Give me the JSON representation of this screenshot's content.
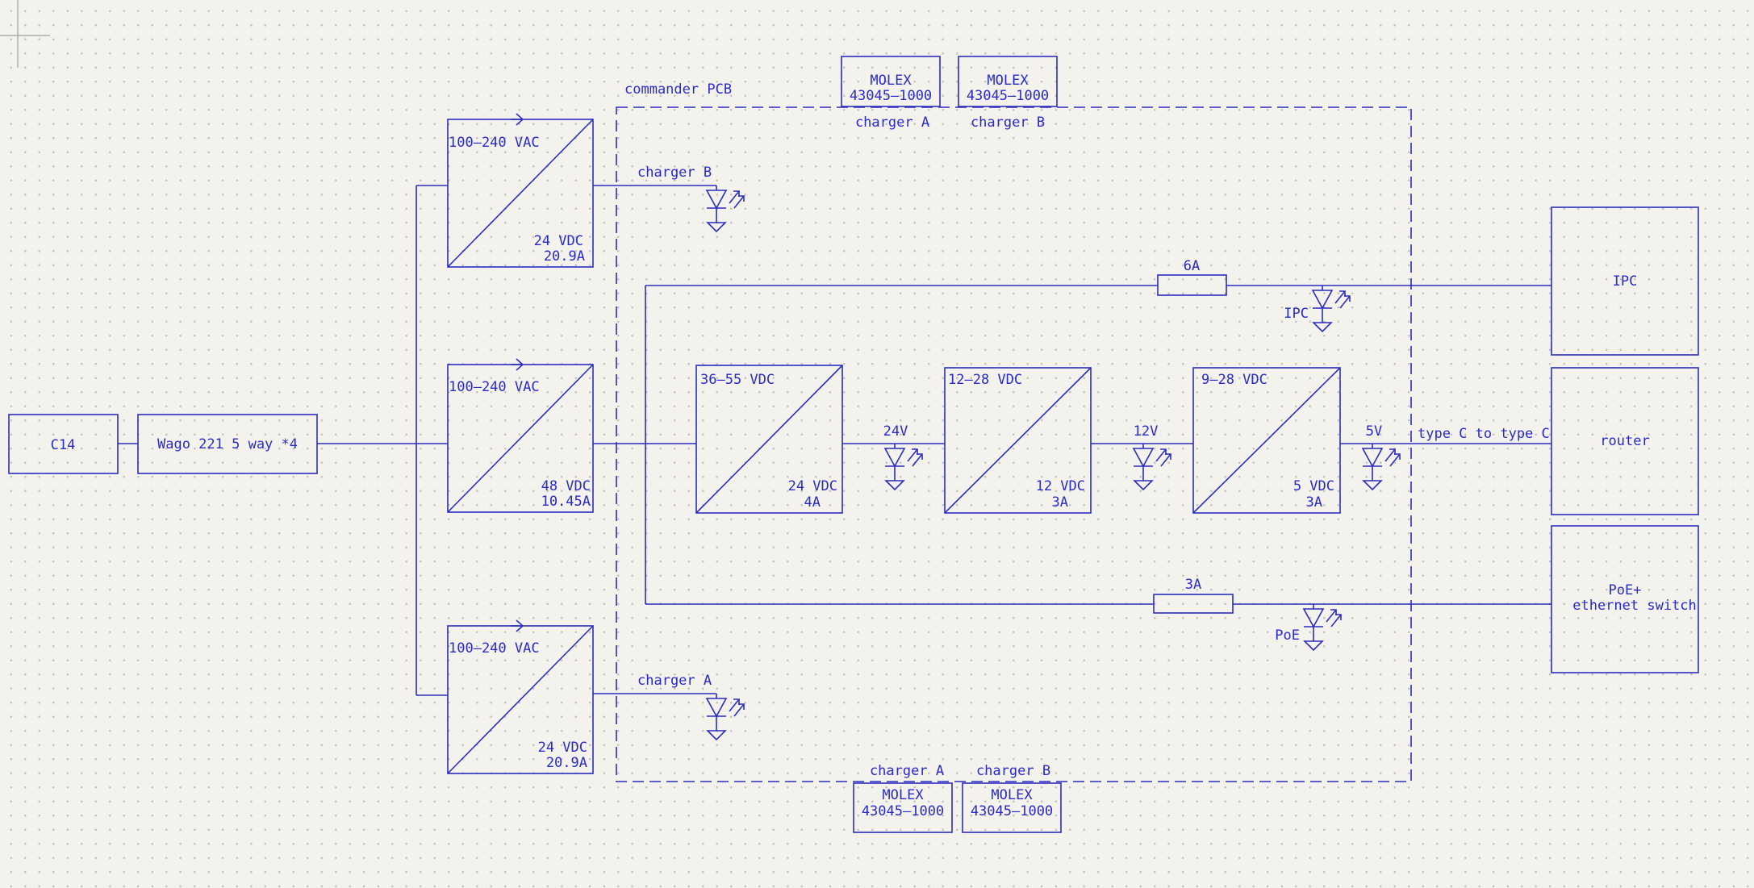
{
  "colors": {
    "stroke": "#2b2dbd",
    "background": "#f4f2ed",
    "grid_dot": "#c3c0b8"
  },
  "pcb_label": "commander PCB",
  "input_connector": "C14",
  "splitter": "Wago 221 5 way *4",
  "psus": [
    {
      "input": "100–240 VAC",
      "output": "24 VDC",
      "current": "20.9A"
    },
    {
      "input": "100–240 VAC",
      "output": "48 VDC",
      "current": "10.45A"
    },
    {
      "input": "100–240 VAC",
      "output": "24 VDC",
      "current": "20.9A"
    }
  ],
  "converters": [
    {
      "input": "36–55 VDC",
      "output": "24 VDC",
      "current": "4A"
    },
    {
      "input": "12–28 VDC",
      "output": "12 VDC",
      "current": "3A"
    },
    {
      "input": "9–28 VDC",
      "output": "5 VDC",
      "current": "3A"
    }
  ],
  "rail_labels": {
    "v24": "24V",
    "v12": "12V",
    "v5": "5V"
  },
  "net_labels": {
    "charger_b": "charger B",
    "charger_a": "charger A",
    "usb": "type C to type C"
  },
  "fuses": {
    "ipc": "6A",
    "poe": "3A"
  },
  "led_labels": {
    "ipc": "IPC",
    "poe": "PoE"
  },
  "devices": {
    "ipc": "IPC",
    "router": "router",
    "switch_line1": "PoE+",
    "switch_line2": "ethernet switch"
  },
  "connectors": {
    "top": [
      {
        "maker": "MOLEX",
        "part": "43045–1000",
        "label": "charger A"
      },
      {
        "maker": "MOLEX",
        "part": "43045–1000",
        "label": "charger B"
      }
    ],
    "bottom": [
      {
        "maker": "MOLEX",
        "part": "43045–1000",
        "label": "charger A"
      },
      {
        "maker": "MOLEX",
        "part": "43045–1000",
        "label": "charger B"
      }
    ]
  }
}
